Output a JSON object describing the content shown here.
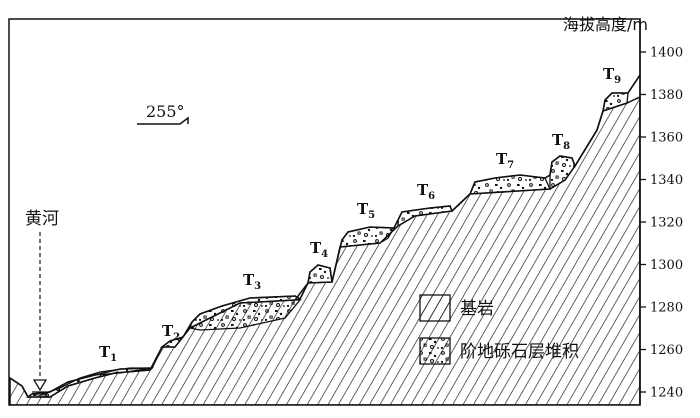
{
  "axis": {
    "title": "海拔高度/m",
    "ticks": [
      1240,
      1260,
      1280,
      1300,
      1320,
      1340,
      1360,
      1380,
      1400
    ],
    "min": 1240,
    "max": 1400
  },
  "river": {
    "label": "黄河"
  },
  "direction": {
    "label": "255°"
  },
  "legend": {
    "bedrock": "基岩",
    "gravel": "阶地砾石层堆积"
  },
  "terraces": [
    {
      "main": "T",
      "sub": "1"
    },
    {
      "main": "T",
      "sub": "2"
    },
    {
      "main": "T",
      "sub": "3"
    },
    {
      "main": "T",
      "sub": "4"
    },
    {
      "main": "T",
      "sub": "5"
    },
    {
      "main": "T",
      "sub": "6"
    },
    {
      "main": "T",
      "sub": "7"
    },
    {
      "main": "T",
      "sub": "8"
    },
    {
      "main": "T",
      "sub": "9"
    }
  ],
  "colors": {
    "line": "#111111",
    "background": "#ffffff"
  }
}
